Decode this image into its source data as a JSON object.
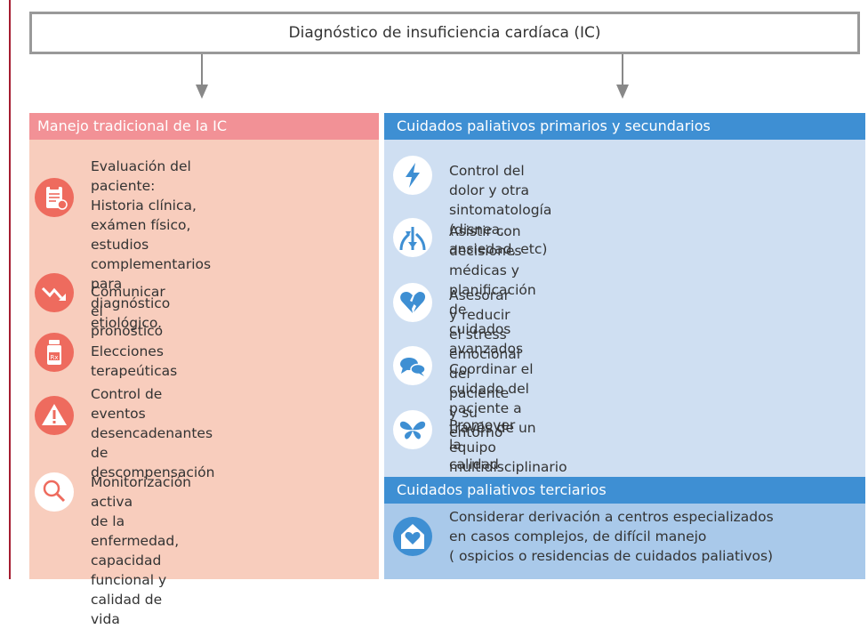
{
  "top_box": {
    "label": "Diagnóstico de insuficiencia cardíaca (IC)"
  },
  "left_panel": {
    "title": "Manejo tradicional de la IC",
    "items": [
      {
        "icon": "clipboard-icon",
        "text": "Evaluación del paciente:\nHistoria clínica, exámen físico,\nestudios complementarios para\ndiagnóstico etiológico."
      },
      {
        "icon": "trend-down-icon",
        "text": "Comunicar el pronóstico"
      },
      {
        "icon": "medicine-bottle-icon",
        "text": "Elecciones terapeúticas"
      },
      {
        "icon": "warning-icon",
        "text": "Control de eventos\ndesencadenantes\nde descompensación"
      },
      {
        "icon": "magnifier-icon",
        "text": "Monitorización activa\nde la enfermedad,\ncapacidad funcional y\ncalidad de vida"
      }
    ]
  },
  "right_panel": {
    "title": "Cuidados paliativos primarios y secundarios",
    "items": [
      {
        "icon": "lightning-icon",
        "text": "Control del dolor y otra sintomatología\n(disnea, ansiedad, etc)"
      },
      {
        "icon": "split-arrows-icon",
        "text": "Asistir con decisiones médicas y planificación de\ncuidados avanzados"
      },
      {
        "icon": "broken-heart-icon",
        "text": "Asesorar y reducir el stress emocional del paciente\ny su entorno"
      },
      {
        "icon": "chat-bubbles-icon",
        "text": "Coordinar el cuidado del paciente a través de un\nequipo multidisciplinario abordando sus necesidades"
      },
      {
        "icon": "butterfly-icon",
        "text": "Promover la calidad de vida del paciente y su\nentorno"
      }
    ],
    "tertiary_title": "Cuidados paliativos terciarios",
    "tertiary_item": {
      "icon": "house-heart-icon",
      "text": "Considerar derivación a centros especializados\nen casos complejos, de difícil manejo\n(   ospicios o residencias de cuidados paliativos)"
    }
  },
  "colors": {
    "left_header": "#f29196",
    "left_body": "#f8cdbd",
    "left_icon": "#ee6b5e",
    "right_header": "#3e8fd3",
    "right_body": "#cfdff2",
    "right_tertiary_body": "#a9c9ea",
    "right_icon": "#3e8fd3",
    "arrow": "#888888",
    "border": "#999999",
    "margin_line": "#a51c30"
  }
}
